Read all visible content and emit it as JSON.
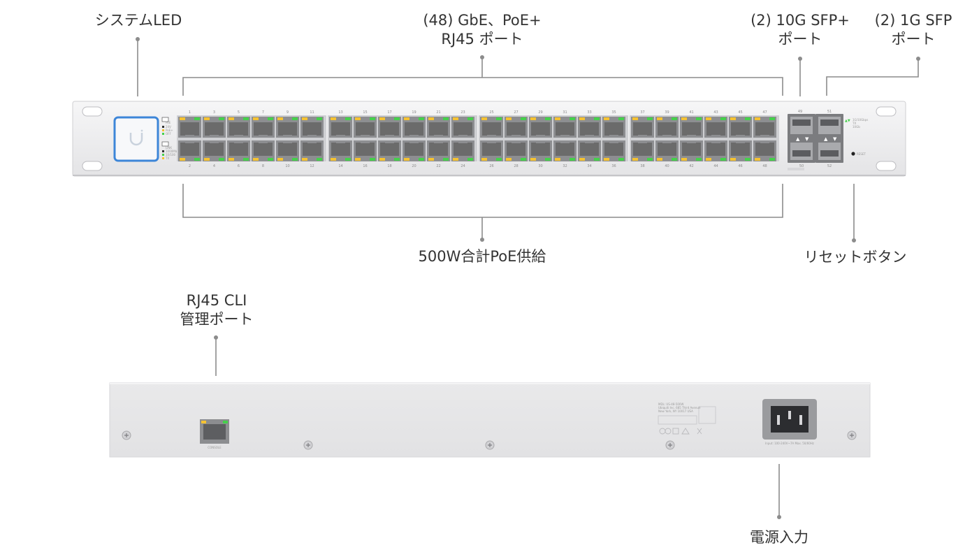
{
  "callouts": {
    "system_led": "システムLED",
    "gbe_ports": [
      "(48) GbE、PoE+",
      "RJ45 ポート"
    ],
    "sfp_plus_ports": [
      "(2) 10G SFP+",
      "ポート"
    ],
    "sfp_ports": [
      "(2) 1G SFP",
      "ポート"
    ],
    "poe_budget": "500W合計PoE供給",
    "reset_button": "リセットボタン",
    "cli_port": [
      "RJ45 CLI",
      "管理ポート"
    ],
    "power_input": "電源入力"
  },
  "front_panel": {
    "top_port_numbers": [
      "1",
      "3",
      "5",
      "7",
      "9",
      "11",
      "13",
      "15",
      "17",
      "19",
      "21",
      "23",
      "25",
      "27",
      "29",
      "31",
      "33",
      "35",
      "37",
      "39",
      "41",
      "43",
      "45",
      "47"
    ],
    "bottom_port_numbers": [
      "2",
      "4",
      "6",
      "8",
      "10",
      "12",
      "14",
      "16",
      "18",
      "20",
      "22",
      "24",
      "26",
      "28",
      "30",
      "32",
      "34",
      "36",
      "38",
      "40",
      "42",
      "44",
      "46",
      "48"
    ],
    "sfp_plus_numbers": [
      "49",
      "50"
    ],
    "sfp_numbers": [
      "51",
      "52"
    ],
    "reset_label": "RESET",
    "led_legend_top": [
      "PoE",
      "24V",
      "PoE+",
      "OFF"
    ],
    "led_legend_bottom": [
      "LINK",
      "1000Mbps",
      "10/100",
      "TX"
    ],
    "sfp_legend": [
      "1G/10Gbps",
      "TX",
      "10Gb"
    ]
  },
  "rear_panel": {
    "console_label": "CONSOLE",
    "label_lines": [
      "MDL: US-48-500W",
      "Ubiquiti Inc. 685 Third Avenue",
      "New York, NY 10017 USA"
    ],
    "power_rating": "Input: 100-240V~7A Max. 50/60Hz"
  },
  "colors": {
    "leader_line": "#8c8c8c",
    "chassis": "#eeeeef",
    "port_body": "#6b6b6b",
    "led_yellow": "#f5c232",
    "led_green": "#45d04b",
    "system_led": "#3d86d8"
  }
}
